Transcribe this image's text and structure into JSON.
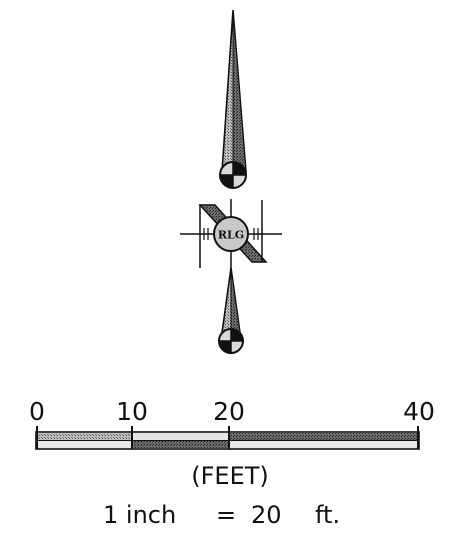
{
  "north_arrow": {
    "monogram": "RLG",
    "icon": "north-arrow-icon",
    "colors": {
      "ink": "#111111",
      "shade": "#8c8c8c",
      "light": "#d9d9d9"
    }
  },
  "scale_bar": {
    "tick_labels": [
      "0",
      "10",
      "20",
      "40"
    ],
    "tick_values": [
      0,
      10,
      20,
      40
    ],
    "units_label": "(FEET)",
    "scale_text": {
      "prefix": "1 inch",
      "equals": "=",
      "value": "20",
      "unit": "ft."
    }
  }
}
